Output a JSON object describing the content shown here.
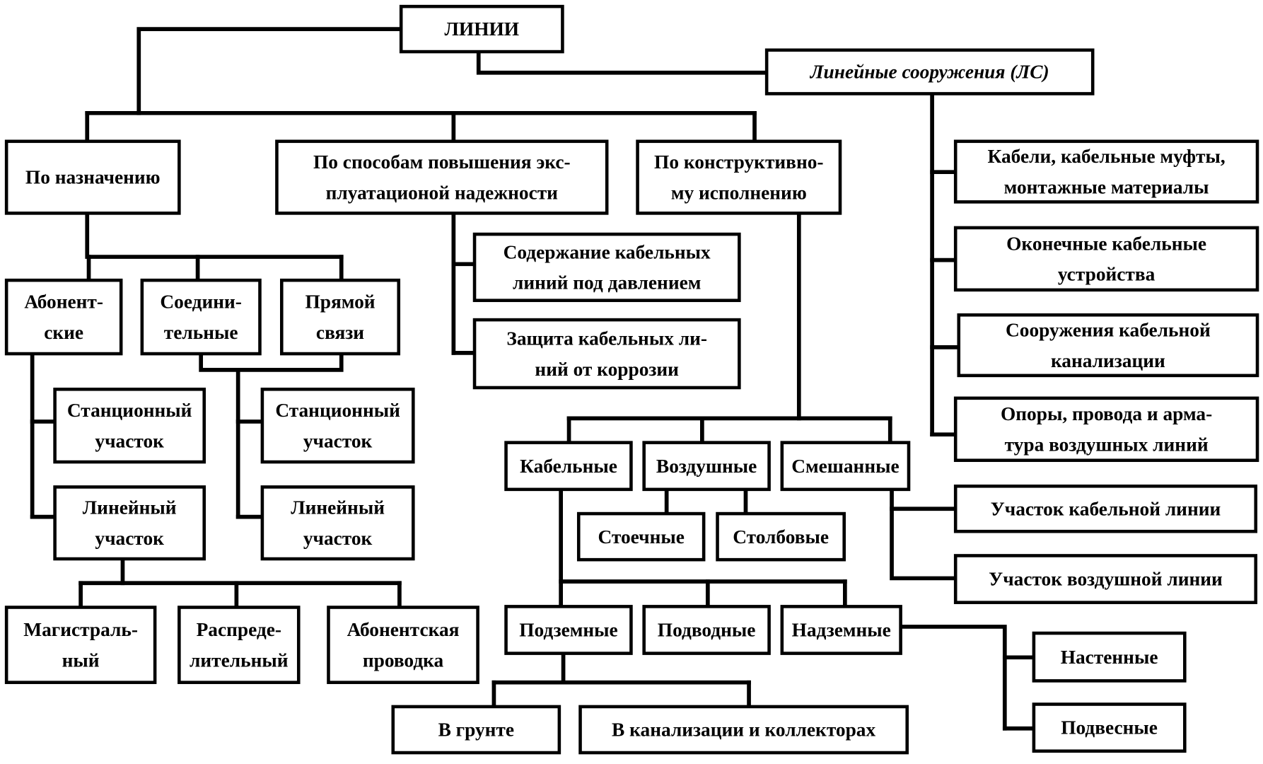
{
  "diagram": {
    "boxes": [
      {
        "id": "lines-root",
        "lines": [
          "ЛИНИИ"
        ]
      },
      {
        "id": "line-structures",
        "lines": [
          "Линейные сооружения (ЛС)"
        ]
      },
      {
        "id": "by-purpose",
        "lines": [
          "По назначению"
        ]
      },
      {
        "id": "by-reliability",
        "lines": [
          "По способам повышения экс-",
          "плуатационой надежности"
        ]
      },
      {
        "id": "by-design",
        "lines": [
          "По конструктивно-",
          "му исполнению"
        ]
      },
      {
        "id": "cables-couplings",
        "lines": [
          "Кабели, кабельные муфты,",
          "монтажные материалы"
        ]
      },
      {
        "id": "terminal-devices",
        "lines": [
          "Оконечные кабельные",
          "устройства"
        ]
      },
      {
        "id": "duct-structures",
        "lines": [
          "Сооружения кабельной",
          "канализации"
        ]
      },
      {
        "id": "poles-wires",
        "lines": [
          "Опоры, провода и арма-",
          "тура воздушных линий"
        ]
      },
      {
        "id": "pressurized",
        "lines": [
          "Содержание кабельных",
          "линий под давлением"
        ]
      },
      {
        "id": "corrosion-protection",
        "lines": [
          "Защита кабельных ли-",
          "ний от коррозии"
        ]
      },
      {
        "id": "subscriber",
        "lines": [
          "Абонент-",
          "ские"
        ]
      },
      {
        "id": "connecting",
        "lines": [
          "Соедини-",
          "тельные"
        ]
      },
      {
        "id": "direct",
        "lines": [
          "Прямой",
          "связи"
        ]
      },
      {
        "id": "station-section-left",
        "lines": [
          "Станционный",
          "участок"
        ]
      },
      {
        "id": "line-section-left",
        "lines": [
          "Линейный",
          "участок"
        ]
      },
      {
        "id": "station-section-right",
        "lines": [
          "Станционный",
          "участок"
        ]
      },
      {
        "id": "line-section-right",
        "lines": [
          "Линейный",
          "участок"
        ]
      },
      {
        "id": "trunk",
        "lines": [
          "Магистраль-",
          "ный"
        ]
      },
      {
        "id": "distribution",
        "lines": [
          "Распреде-",
          "лительный"
        ]
      },
      {
        "id": "subscriber-wiring",
        "lines": [
          "Абонентская",
          "проводка"
        ]
      },
      {
        "id": "cable",
        "lines": [
          "Кабельные"
        ]
      },
      {
        "id": "overhead",
        "lines": [
          "Воздушные"
        ]
      },
      {
        "id": "mixed",
        "lines": [
          "Смешанные"
        ]
      },
      {
        "id": "rack",
        "lines": [
          "Стоечные"
        ]
      },
      {
        "id": "pole",
        "lines": [
          "Столбовые"
        ]
      },
      {
        "id": "cable-line-section",
        "lines": [
          "Участок кабельной линии"
        ]
      },
      {
        "id": "overhead-line-section",
        "lines": [
          "Участок воздушной линии"
        ]
      },
      {
        "id": "underground",
        "lines": [
          "Подземные"
        ]
      },
      {
        "id": "underwater",
        "lines": [
          "Подводные"
        ]
      },
      {
        "id": "aboveground",
        "lines": [
          "Надземные"
        ]
      },
      {
        "id": "wall-mounted",
        "lines": [
          "Настенные"
        ]
      },
      {
        "id": "suspended",
        "lines": [
          "Подвесные"
        ]
      },
      {
        "id": "in-ground",
        "lines": [
          "В грунте"
        ]
      },
      {
        "id": "in-ducts",
        "lines": [
          "В канализации и коллекторах"
        ]
      }
    ]
  }
}
